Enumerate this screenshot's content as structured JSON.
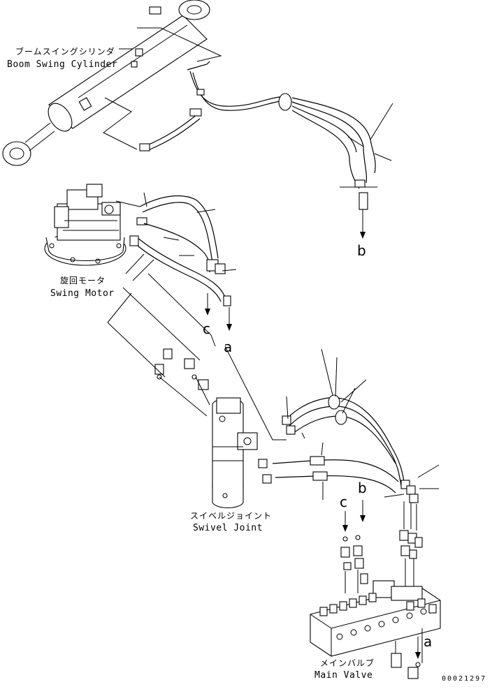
{
  "labels": {
    "boom_swing_cylinder_jp": "ブームスイングシリンダ",
    "boom_swing_cylinder_en": "Boom Swing Cylinder",
    "swing_motor_jp": "旋回モータ",
    "swing_motor_en": "Swing Motor",
    "swivel_joint_jp": "スイベルジョイント",
    "swivel_joint_en": "Swivel Joint",
    "main_valve_jp": "メインバルブ",
    "main_valve_en": "Main Valve"
  },
  "connection_refs": {
    "b_top": "b",
    "c_motor": "c",
    "a_motor": "a",
    "c_valve": "c",
    "b_valve": "b",
    "a_valve": "a"
  },
  "drawing_code": "00021297"
}
